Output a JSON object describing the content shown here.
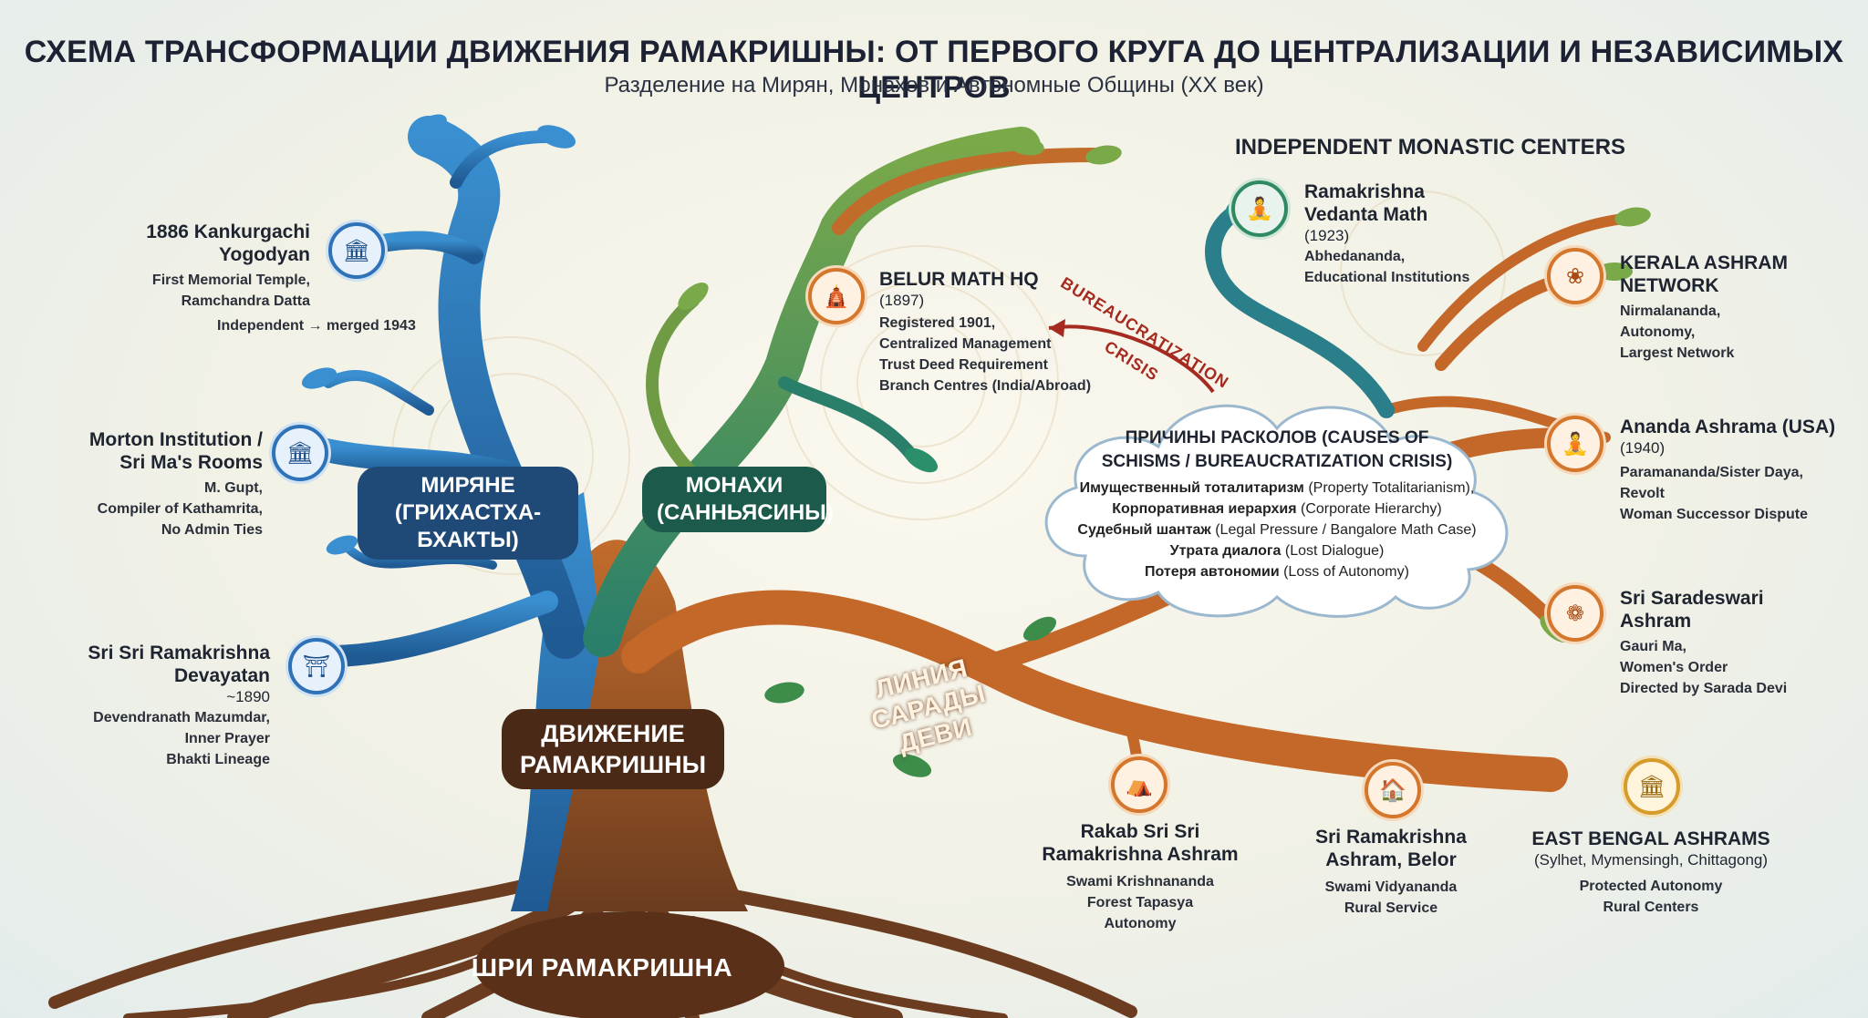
{
  "header": {
    "title": "СХЕМА ТРАНСФОРМАЦИИ ДВИЖЕНИЯ РАМАКРИШНЫ: ОТ ПЕРВОГО КРУГА ДО ЦЕНТРАЛИЗАЦИИ И НЕЗАВИСИМЫХ ЦЕНТРОВ",
    "subtitle": "Разделение на Мирян, Монахов и Автономные Общины (XX век)"
  },
  "colors": {
    "lay_blue": "#2f72b8",
    "monastic_green": "#2f8a63",
    "sarada_orange": "#c4682a",
    "root_brown": "#6b3c1f",
    "crisis_red": "#a52a1f"
  },
  "branches": {
    "lay": {
      "line1": "МИРЯНЕ",
      "line2": "(ГРИХАСТХА-БХАКТЫ)"
    },
    "monks": {
      "line1": "МОНАХИ",
      "line2": "(САННЬЯСИНЫ)"
    },
    "sarada": {
      "line1": "ЛИНИЯ",
      "line2": "САРАДЫ ДЕВИ"
    },
    "trunk": {
      "line1": "ДВИЖЕНИЕ",
      "line2": "РАМАКРИШНЫ"
    },
    "root": "ШРИ РАМАКРИШНА"
  },
  "lay_nodes": [
    {
      "icon": "temple-icon",
      "title1": "1886 Kankurgachi",
      "title2": "Yogodyan",
      "details": [
        "First Memorial Temple,",
        "Ramchandra Datta",
        "Independent → merged 1943"
      ]
    },
    {
      "icon": "institution-icon",
      "title1": "Morton Institution /",
      "title2": "Sri Ma's Rooms",
      "details": [
        "M. Gupt,",
        "Compiler of Kathamrita,",
        "No Admin Ties"
      ]
    },
    {
      "icon": "shrine-icon",
      "title1": "Sri Sri Ramakrishna",
      "title2": "Devayatan",
      "year": "~1890",
      "details": [
        "Devendranath Mazumdar,",
        "Inner Prayer",
        "Bhakti Lineage"
      ]
    }
  ],
  "belur": {
    "icon": "math-icon",
    "title": "BELUR MATH HQ",
    "year": "(1897)",
    "details": [
      "Registered 1901,",
      "Centralized Management",
      "Trust Deed Requirement",
      "Branch Centres (India/Abroad)"
    ]
  },
  "bureaucratization": {
    "line1": "BUREAUCRATIZATION",
    "line2": "CRISIS"
  },
  "independent_header": "INDEPENDENT MONASTIC CENTERS",
  "independent_nodes": [
    {
      "icon": "meditation-icon",
      "title1": "Ramakrishna",
      "title2": "Vedanta Math",
      "year": "(1923)",
      "details": [
        "Abhedananda,",
        "Educational Institutions"
      ]
    },
    {
      "icon": "lotus-icon",
      "title1": "KERALA ASHRAM",
      "title2": "NETWORK",
      "details": [
        "Nirmalananda,",
        "Autonomy,",
        "Largest Network"
      ]
    },
    {
      "icon": "yogi-icon",
      "title1": "Ananda Ashrama (USA)",
      "year": "(1940)",
      "details": [
        "Paramananda/Sister Daya,",
        "Revolt",
        "Woman Successor Dispute"
      ]
    },
    {
      "icon": "lotus-flower-icon",
      "title1": "Sri Saradeswari",
      "title2": "Ashram",
      "details": [
        "Gauri Ma,",
        "Women's Order",
        "Directed by Sarada Devi"
      ]
    }
  ],
  "cloud": {
    "title1": "ПРИЧИНЫ РАСКОЛОВ (CAUSES OF",
    "title2": "SCHISMS / BUREAUCRATIZATION CRISIS)",
    "items": [
      {
        "ru": "Имущественный тоталитаризм",
        "en": " (Property Totalitarianism),",
        "ru_rest": ""
      },
      {
        "ru": "Корпоративная иерархия",
        "en": " (Corporate Hierarchy)",
        "ru_rest": ""
      },
      {
        "ru": "Судебный шантаж",
        "en": " (Legal Pressure / Bangalore Math Case)",
        "ru_rest": ""
      },
      {
        "ru": "Утрата диалога",
        "en": " (Lost Dialogue)",
        "ru_rest": ""
      },
      {
        "ru": "Потеря автономии",
        "en": " (Loss of Autonomy)",
        "ru_rest": ""
      }
    ]
  },
  "bottom_nodes": [
    {
      "icon": "hut-icon",
      "title1": "Rakab Sri Sri",
      "title2": "Ramakrishna Ashram",
      "details": [
        "Swami Krishnananda",
        "Forest Tapasya",
        "Autonomy"
      ]
    },
    {
      "icon": "village-icon",
      "title1": "Sri Ramakrishna",
      "title2": "Ashram, Belor",
      "details": [
        "Swami Vidyananda",
        "Rural Service"
      ]
    },
    {
      "icon": "ashram-icon",
      "title1": "EAST BENGAL ASHRAMS",
      "subtitle": "(Sylhet, Mymensingh, Chittagong)",
      "details": [
        "Protected Autonomy",
        "Rural Centers"
      ]
    }
  ]
}
